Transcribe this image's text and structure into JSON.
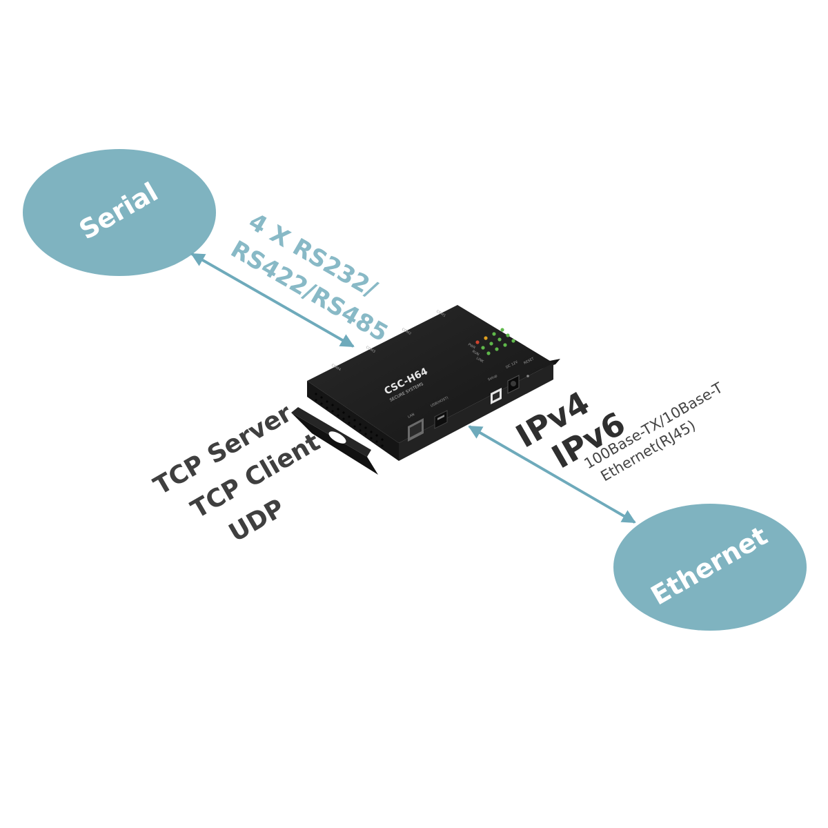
{
  "bubbles": {
    "serial": "Serial",
    "ethernet": "Ethernet"
  },
  "serial_spec": {
    "line1": "4 X RS232/",
    "line2": "RS422/RS485"
  },
  "protocols": [
    "TCP Server",
    "TCP Client",
    "UDP"
  ],
  "ethernet_spec": {
    "ipv4": "IPv4",
    "ipv6": "IPv6",
    "line1": "100Base-TX/10Base-T",
    "line2": "Ethernet(RJ45)"
  },
  "device": {
    "model": "CSC-H64",
    "brand": "SECURE SYSTEMS",
    "port_labels": [
      "COM4",
      "COM3",
      "COM2",
      "COM1"
    ],
    "front_labels": [
      "LAN",
      "USB(HOST)",
      "Setup",
      "DC 12V",
      "RESET"
    ],
    "led_labels": [
      "PWR",
      "RUN",
      "LINK"
    ]
  },
  "colors": {
    "bubble": "#7fb3c0",
    "arrow": "#6eaabb",
    "serial_text": "#88b9c6",
    "device_body": "#1c1c1c"
  },
  "icons": [
    "double-headed-arrow-icon",
    "rj45-port-icon",
    "usb-a-port-icon",
    "usb-b-port-icon",
    "dc-jack-icon",
    "led-indicator-icon"
  ]
}
